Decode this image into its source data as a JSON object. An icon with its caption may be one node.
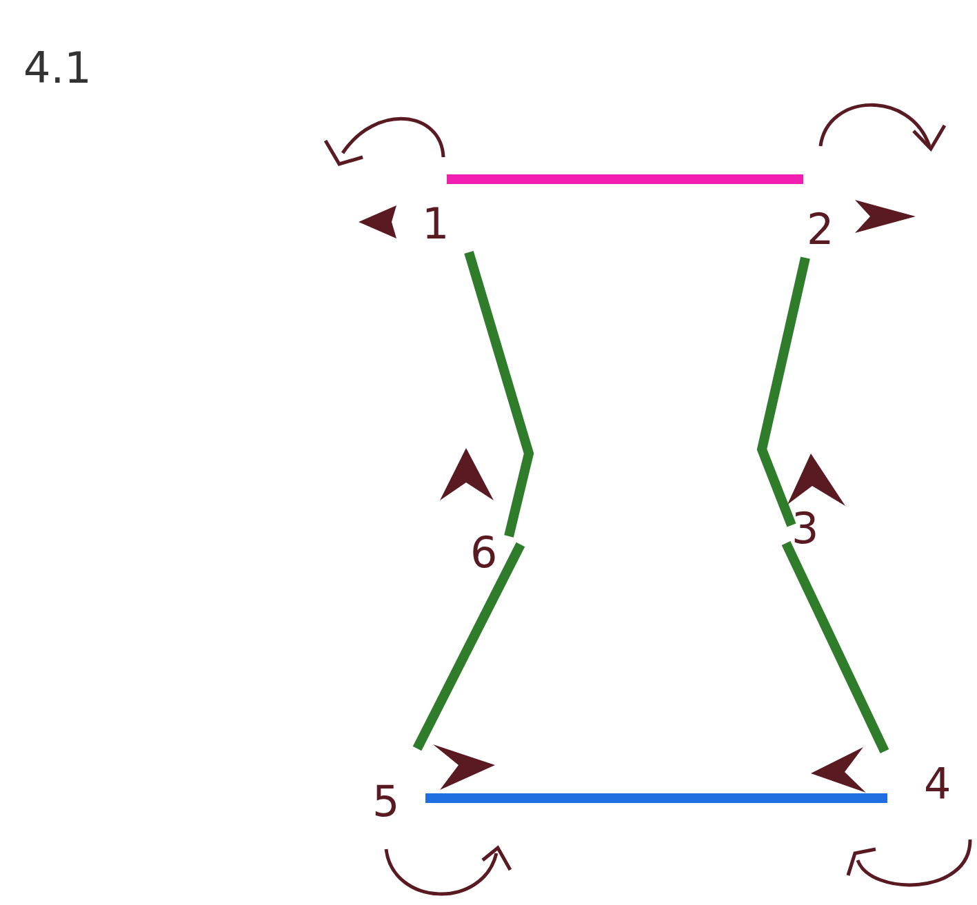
{
  "diagram": {
    "title": "4.1",
    "nodes": [
      {
        "text": [
          "1"
        ]
      },
      {
        "text": [
          "2"
        ]
      },
      {
        "text": [
          "3"
        ]
      },
      {
        "text": [
          "4"
        ]
      },
      {
        "text": [
          "5"
        ]
      },
      {
        "text": [
          "6"
        ]
      }
    ],
    "edges": [
      {
        "from": 0,
        "to": 1,
        "arrow": "none",
        "color": "#f01fb0"
      },
      {
        "from": 0,
        "to": 5,
        "arrow": "none"
      },
      {
        "from": 5,
        "to": 4,
        "arrow": "none"
      },
      {
        "from": 1,
        "to": 2,
        "arrow": "none"
      },
      {
        "from": 2,
        "to": 3,
        "arrow": "none"
      },
      {
        "from": 4,
        "to": 3,
        "arrow": "none",
        "color": "#1f6fe0"
      }
    ]
  }
}
